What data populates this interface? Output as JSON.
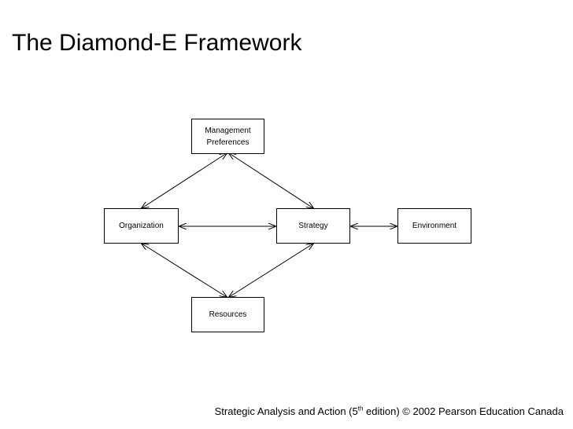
{
  "title": "The Diamond-E Framework",
  "nodes": {
    "management_preferences": {
      "line1": "Management",
      "line2": "Preferences"
    },
    "organization": {
      "label": "Organization"
    },
    "strategy": {
      "label": "Strategy"
    },
    "environment": {
      "label": "Environment"
    },
    "resources": {
      "label": "Resources"
    }
  },
  "connections": [
    {
      "from": "Management Preferences",
      "to": "Organization",
      "type": "bidirectional"
    },
    {
      "from": "Management Preferences",
      "to": "Strategy",
      "type": "bidirectional"
    },
    {
      "from": "Organization",
      "to": "Strategy",
      "type": "bidirectional"
    },
    {
      "from": "Strategy",
      "to": "Environment",
      "type": "bidirectional"
    },
    {
      "from": "Organization",
      "to": "Resources",
      "type": "bidirectional"
    },
    {
      "from": "Strategy",
      "to": "Resources",
      "type": "bidirectional"
    }
  ],
  "footer": {
    "prefix": "Strategic Analysis and Action (5",
    "superscript": "th",
    "suffix": " edition) © 2002 Pearson Education Canada"
  },
  "colors": {
    "background": "#ffffff",
    "stroke": "#000000",
    "text": "#000000"
  }
}
